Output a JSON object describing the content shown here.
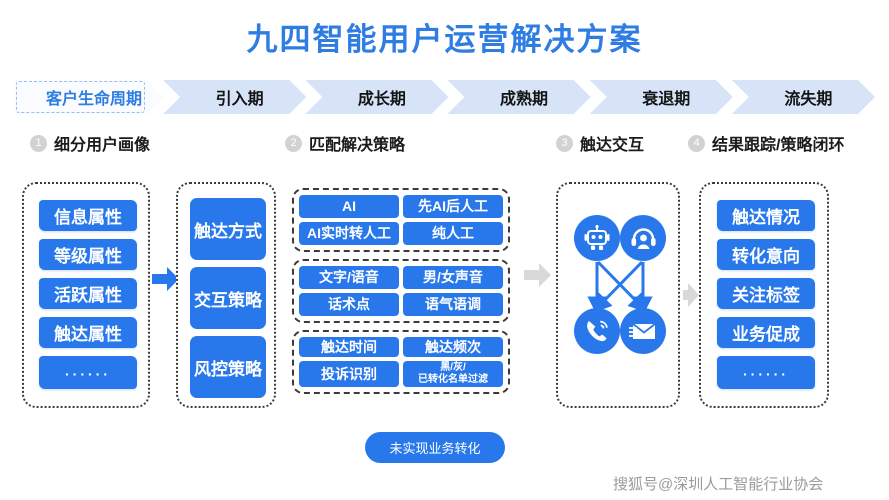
{
  "title": "九四智能用户运营解决方案",
  "colors": {
    "brand_blue": "#2878ec",
    "title_blue": "#2f7de3",
    "ribbon_fill": "#d7e4f8",
    "panel_border": "#3b3b3b",
    "gray_arrow": "#d9d9d9",
    "num_circle": "#d2d2d2",
    "watermark": "#9b9b9b"
  },
  "lifecycle": {
    "label": "客户生命周期",
    "stages": [
      "引入期",
      "成长期",
      "成熟期",
      "衰退期",
      "流失期"
    ]
  },
  "sections": [
    {
      "num": "1",
      "label": "细分用户画像"
    },
    {
      "num": "2",
      "label": "匹配解决策略"
    },
    {
      "num": "3",
      "label": "触达交互"
    },
    {
      "num": "4",
      "label": "结果跟踪/策略闭环"
    }
  ],
  "column1": {
    "items": [
      "信息属性",
      "等级属性",
      "活跃属性",
      "触达属性"
    ],
    "more": "······"
  },
  "column2": {
    "items": [
      "触达方式",
      "交互策略",
      "风控策略"
    ]
  },
  "column3": {
    "groups": [
      {
        "cells": [
          "AI",
          "先AI后人工",
          "AI实时转人工",
          "纯人工"
        ]
      },
      {
        "cells": [
          "文字/语音",
          "男/女声音",
          "话术点",
          "语气语调"
        ]
      },
      {
        "cells": [
          "触达时间",
          "触达频次",
          "投诉识别",
          "黑/灰/\n已转化名单过滤"
        ]
      }
    ]
  },
  "column4_nodes": {
    "icons": [
      "robot-icon",
      "headset-agent-icon",
      "ringing-phone-icon",
      "envelope-icon"
    ]
  },
  "column5": {
    "items": [
      "触达情况",
      "转化意向",
      "关注标签",
      "业务促成"
    ],
    "more": "······"
  },
  "bottom": {
    "label": "未实现业务转化"
  },
  "watermark": "搜狐号@深圳人工智能行业协会"
}
